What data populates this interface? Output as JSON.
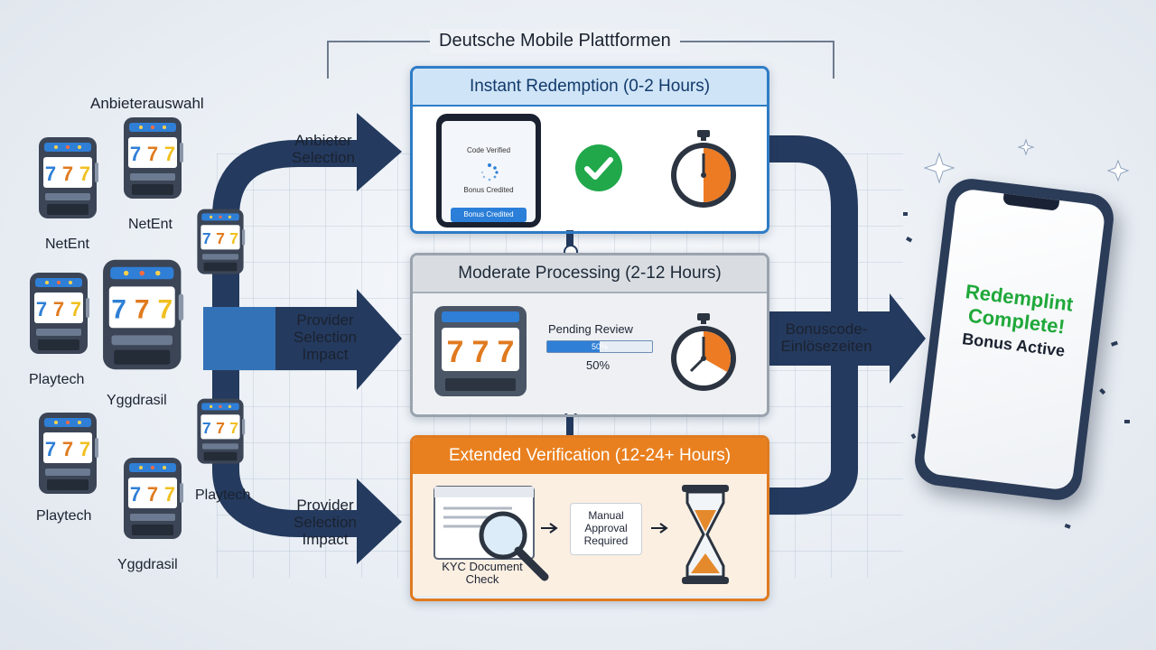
{
  "header": {
    "title": "Deutsche Mobile Plattformen"
  },
  "providers": {
    "section_label": "Anbieterauswahl",
    "items": [
      {
        "name": "NetEnt",
        "pos": "a"
      },
      {
        "name": "NetEnt",
        "pos": "b"
      },
      {
        "name": "Playtech",
        "pos": "c"
      },
      {
        "name": "Yggdrasil",
        "pos": "d"
      },
      {
        "name": "Playtech",
        "pos": "e"
      },
      {
        "name": "Playtech",
        "pos": "f"
      },
      {
        "name": "Yggdrasil",
        "pos": "g"
      }
    ],
    "reel_symbol": "7",
    "reel_colors": [
      "#2f7fd6",
      "#e07a1f",
      "#f0c020"
    ]
  },
  "flows": {
    "top": "Anbieter Selection",
    "middle": "Provider Selection Impact",
    "bottom": "Provider Selection Impact",
    "output": "Bonuscode-Einlösezeiten"
  },
  "stages": [
    {
      "title": "Instant Redemption (0-2 Hours)",
      "phone": {
        "line1": "Code Verified",
        "line2": "Bonus Credited",
        "button": "Bonus Credited"
      },
      "status_icon": "check-icon",
      "timer_icon": "stopwatch-icon",
      "timer_fill": 0.5,
      "accent": "#2e7cc6"
    },
    {
      "title": "Moderate Processing (2-12 Hours)",
      "status": "Pending Review",
      "progress": 0.5,
      "progress_label": "50%",
      "progress_caption": "50%",
      "timer_icon": "stopwatch-icon",
      "timer_fill": 0.35,
      "accent": "#9aa3ad"
    },
    {
      "title": "Extended Verification (12-24+ Hours)",
      "doc_label": "KYC Document Check",
      "approval_label": "Manual Approval Required",
      "timer_icon": "hourglass-icon",
      "accent": "#e07a1f"
    }
  ],
  "result_phone": {
    "line1": "Redemplint",
    "line2": "Complete!",
    "line3": "Bonus Active",
    "accent": "#1fa83a"
  }
}
